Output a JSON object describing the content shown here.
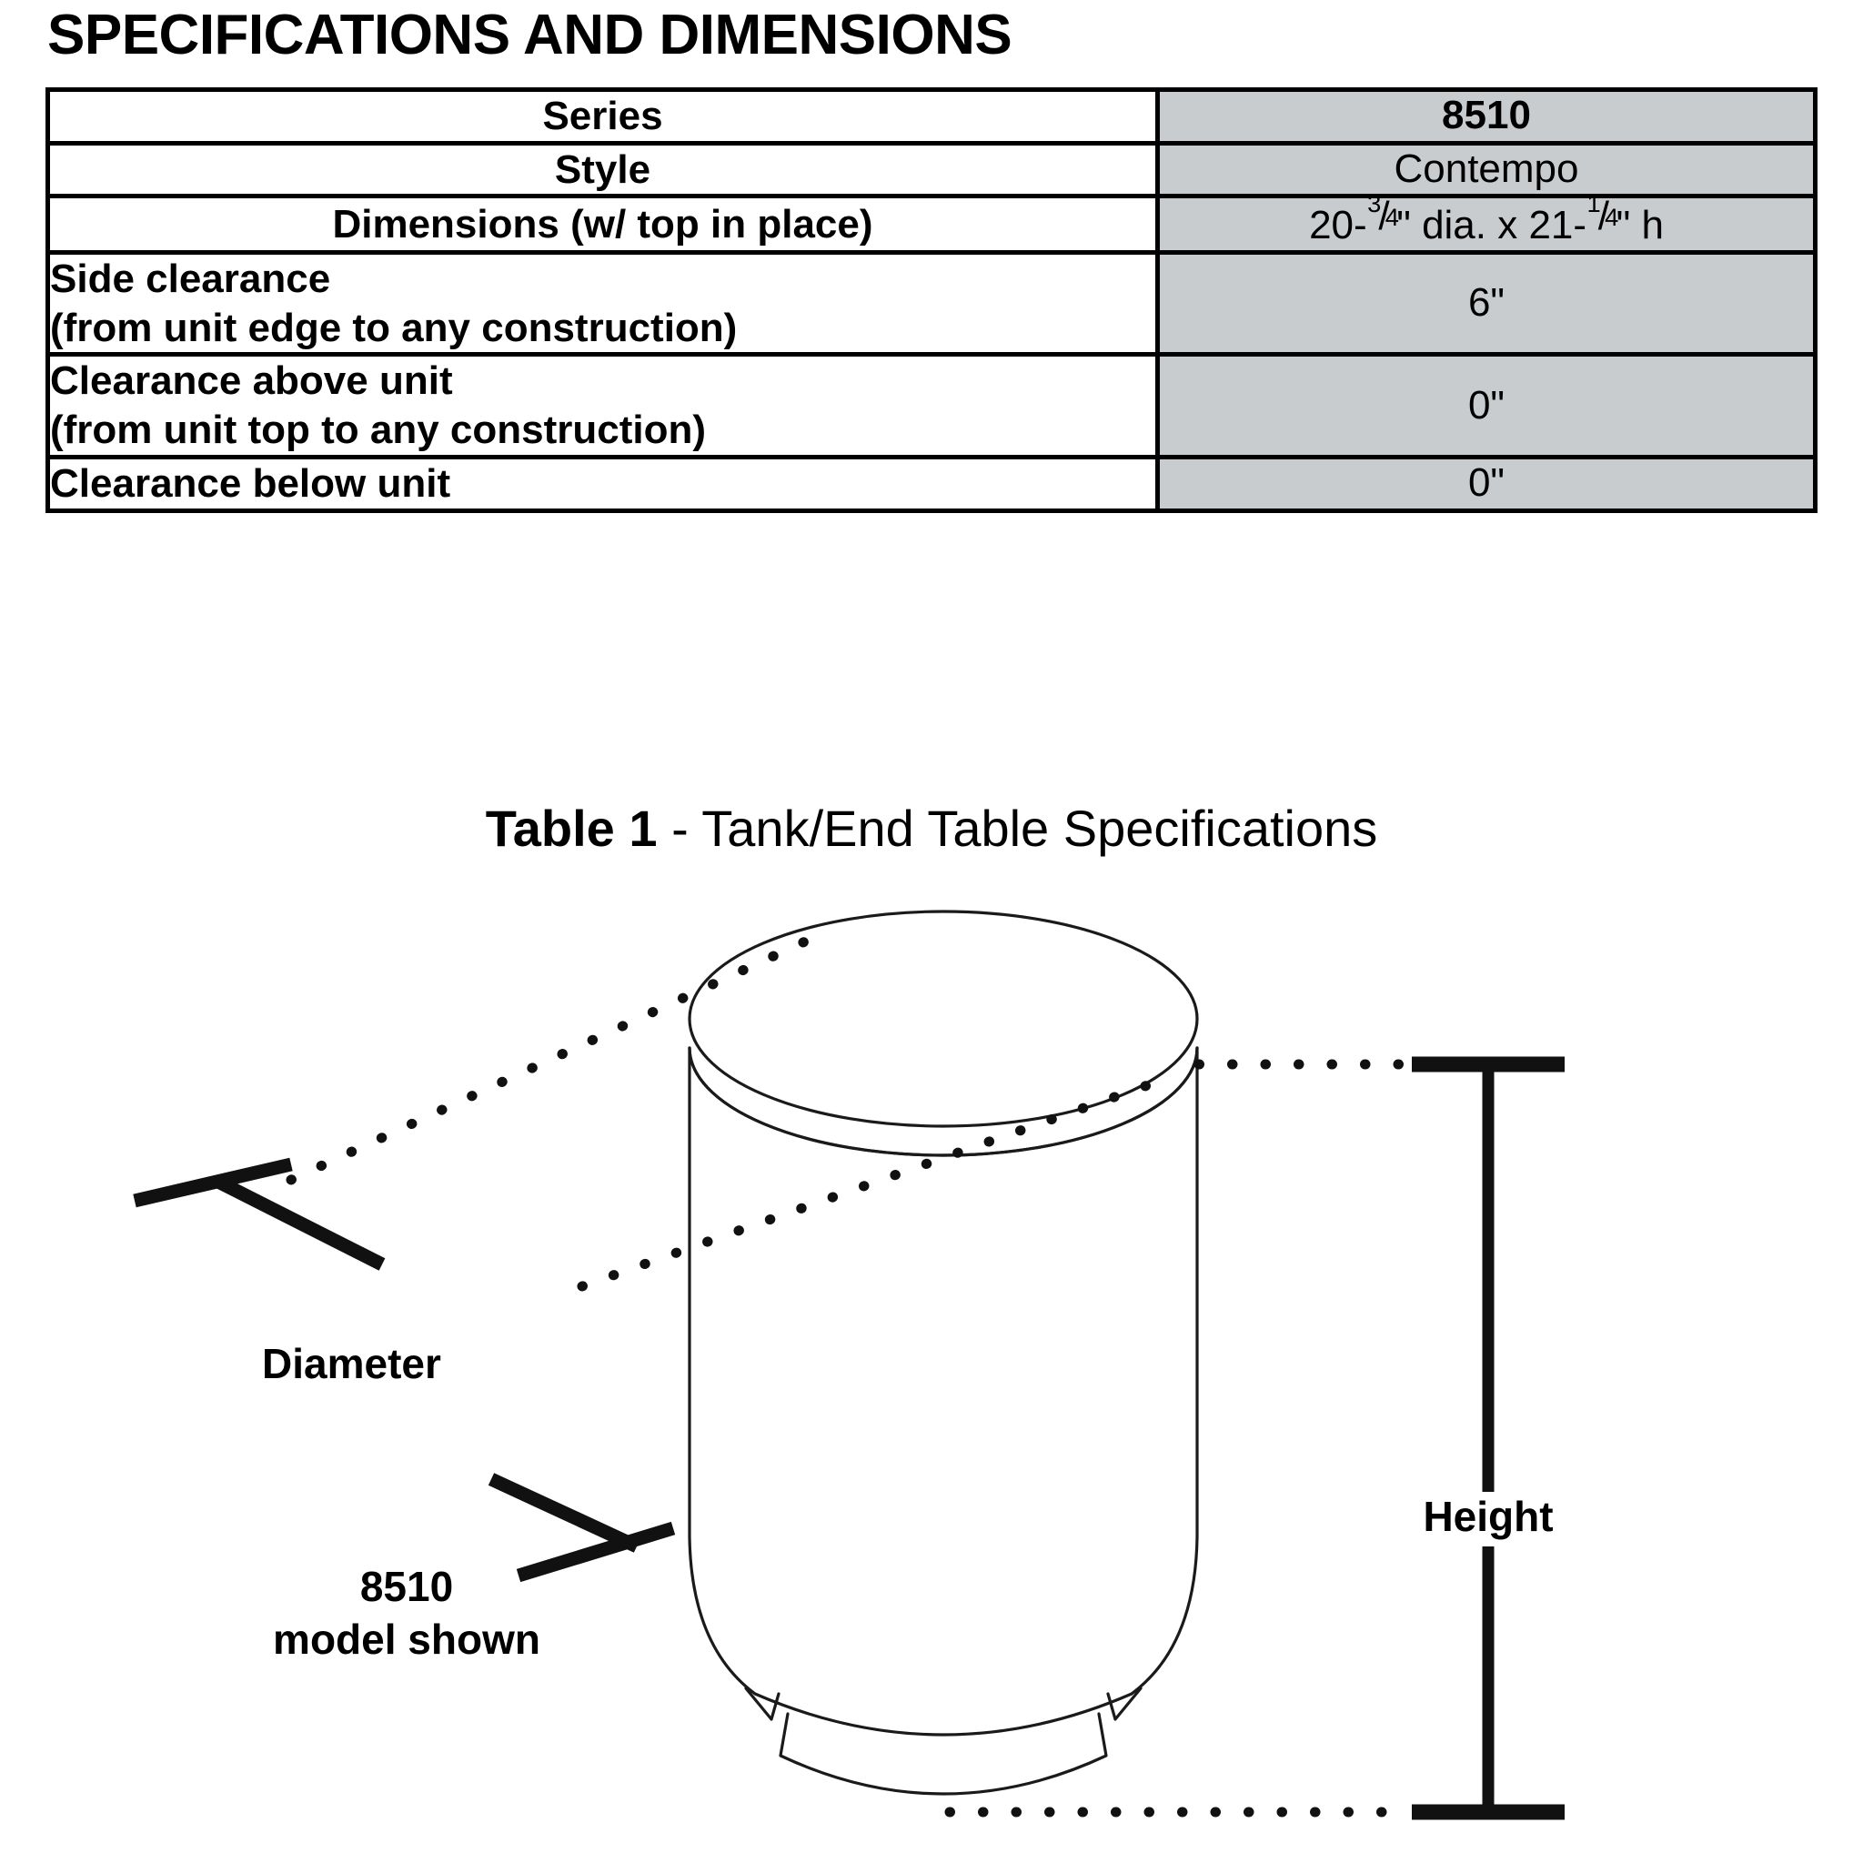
{
  "heading": "SPECIFICATIONS AND DIMENSIONS",
  "table": {
    "caption_strong": "Table 1",
    "caption_rest": " - Tank/End Table Specifications",
    "rows": [
      {
        "label": "Series",
        "label_line2": "",
        "label_align": "center",
        "value": "8510",
        "value_bold": true,
        "value_kind": "text"
      },
      {
        "label": "Style",
        "label_line2": "",
        "label_align": "center",
        "value": "Contempo",
        "value_bold": false,
        "value_kind": "text"
      },
      {
        "label": "Dimensions (w/ top in place)",
        "label_line2": "",
        "label_align": "center",
        "value": "20-3/4\" dia. x 21-1/4\" h",
        "value_bold": false,
        "value_kind": "dimension",
        "dimension_parts": {
          "d_whole": "20-",
          "d_num": "3",
          "d_den": "4",
          "d_suffix": "\" dia. x ",
          "h_whole": "21-",
          "h_num": "1",
          "h_den": "4",
          "h_suffix": "\" h"
        }
      },
      {
        "label": "Side clearance",
        "label_line2": "(from unit edge to any construction)",
        "label_align": "left",
        "value": "6\"",
        "value_bold": false,
        "value_kind": "text"
      },
      {
        "label": "Clearance above unit",
        "label_line2": "(from unit top to any construction)",
        "label_align": "left",
        "value": "0\"",
        "value_bold": false,
        "value_kind": "text"
      },
      {
        "label": "Clearance below unit",
        "label_line2": "",
        "label_align": "left",
        "value": "0\"",
        "value_bold": false,
        "value_kind": "text"
      }
    ]
  },
  "diagram": {
    "diameter_label": "Diameter",
    "height_label": "Height",
    "model_label_line1": "8510",
    "model_label_line2": "model shown"
  },
  "colors": {
    "value_cell_fill": "#c9ccce",
    "border": "#000000",
    "text": "#000000",
    "page_background": "#ffffff",
    "drawing_line": "#1a1a1a"
  }
}
